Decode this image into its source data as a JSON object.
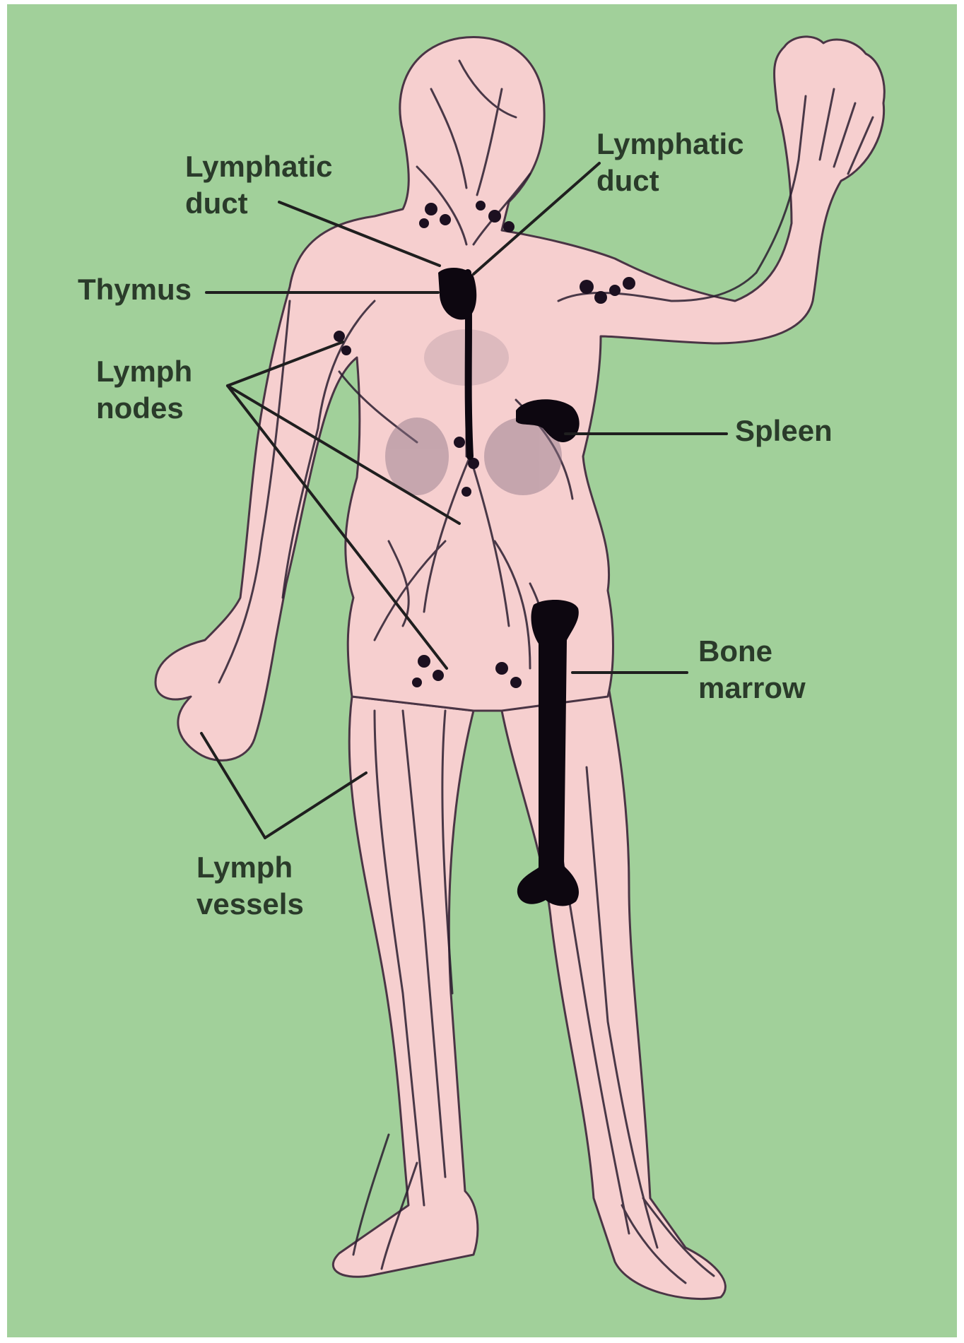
{
  "colors": {
    "background": "#a1d09a",
    "skin": "#f6cfcf",
    "vessel": "#2b1e30",
    "organ": "#0d0710",
    "label_text": "#2a3b2a",
    "leader_line": "#1f1f1f"
  },
  "labels": {
    "lymphatic_duct_left": {
      "line1": "Lymphatic",
      "line2": "duct"
    },
    "lymphatic_duct_right": {
      "line1": "Lymphatic",
      "line2": "duct"
    },
    "thymus": {
      "line1": "Thymus"
    },
    "lymph_nodes": {
      "line1": "Lymph",
      "line2": "nodes"
    },
    "spleen": {
      "line1": "Spleen"
    },
    "bone_marrow": {
      "line1": "Bone",
      "line2": "marrow"
    },
    "lymph_vessels": {
      "line1": "Lymph",
      "line2": "vessels"
    }
  }
}
